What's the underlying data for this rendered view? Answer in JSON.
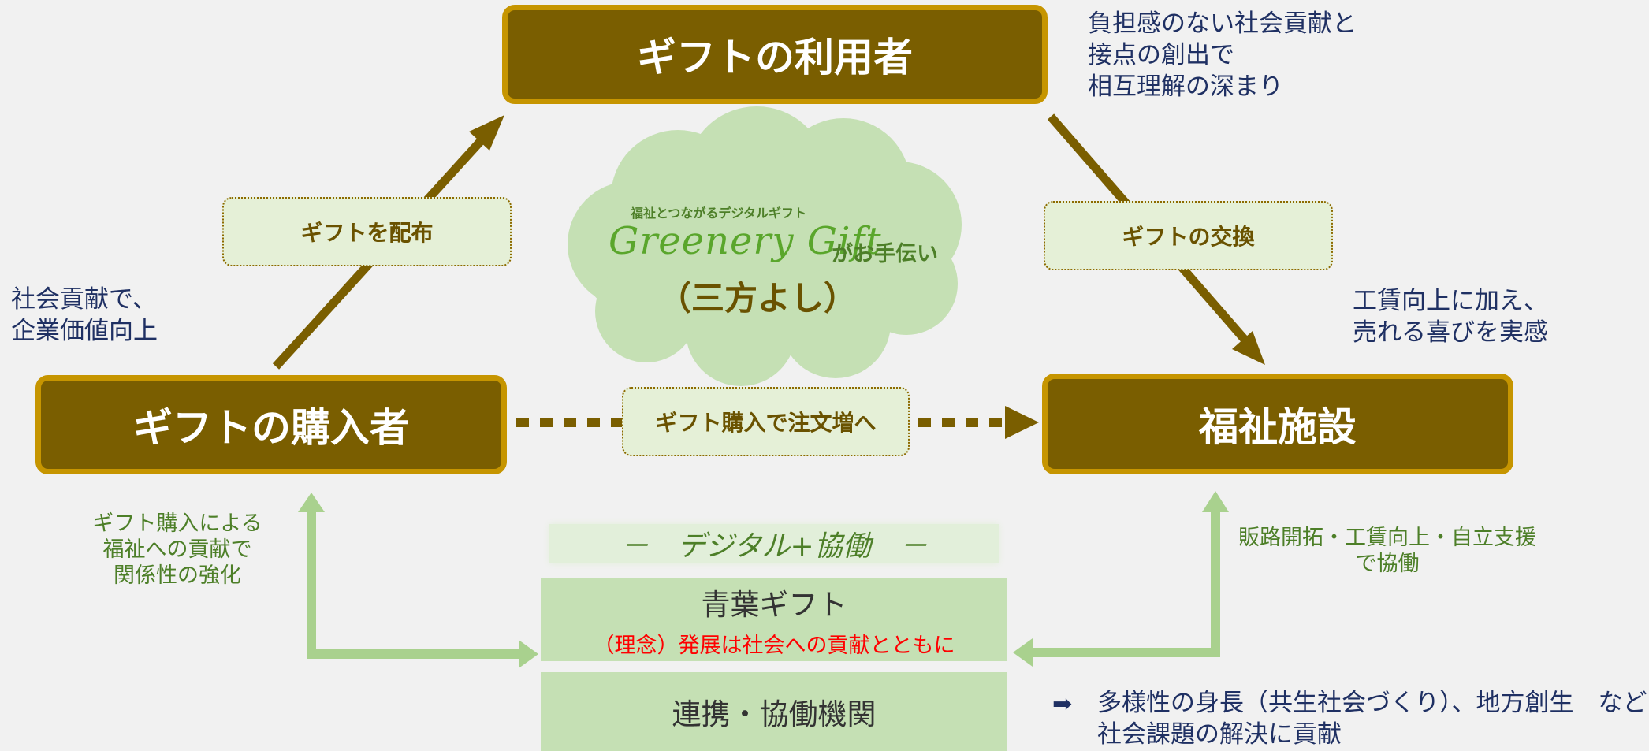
{
  "nodes": {
    "user": "ギフトの利用者",
    "purchaser": "ギフトの購入者",
    "facility": "福祉施設"
  },
  "flows": {
    "distribute": "ギフトを配布",
    "exchange": "ギフトの交換",
    "order": "ギフト購入で注文増へ"
  },
  "notes": {
    "user_benefit": [
      "負担感のない社会貢献と",
      "接点の創出で",
      "相互理解の深まり"
    ],
    "purchaser_benefit": [
      "社会貢献で、",
      "企業価値向上"
    ],
    "facility_benefit": [
      "工賃向上に加え、",
      "売れる喜びを実感"
    ],
    "left_support": [
      "ギフト購入による",
      "福祉への貢献で",
      "関係性の強化"
    ],
    "right_support": [
      "販路開拓・工賃向上・自立支援",
      "で協働"
    ]
  },
  "cloud": {
    "tagline": "福祉とつながるデジタルギフト",
    "logo": "Greenery Gift",
    "helper": "がお手伝い",
    "sanpo": "（三方よし）"
  },
  "bottom": {
    "banner": "－　デジタル+協働　－",
    "company": "青葉ギフト",
    "philosophy": "（理念）発展は社会への貢献とともに",
    "partners": "連携・協働機関"
  },
  "result": {
    "arrow_icon": "right-arrow-icon",
    "line1": "多様性の身長（共生社会づくり）、地方創生　など",
    "line2": "社会課題の解決に貢献"
  },
  "colors": {
    "brown": "#7a5e00",
    "gold": "#c69500",
    "light_green": "#c5e0b4",
    "arrow_green": "#a9d18e",
    "navy": "#1f3063",
    "red": "#ff0000"
  }
}
